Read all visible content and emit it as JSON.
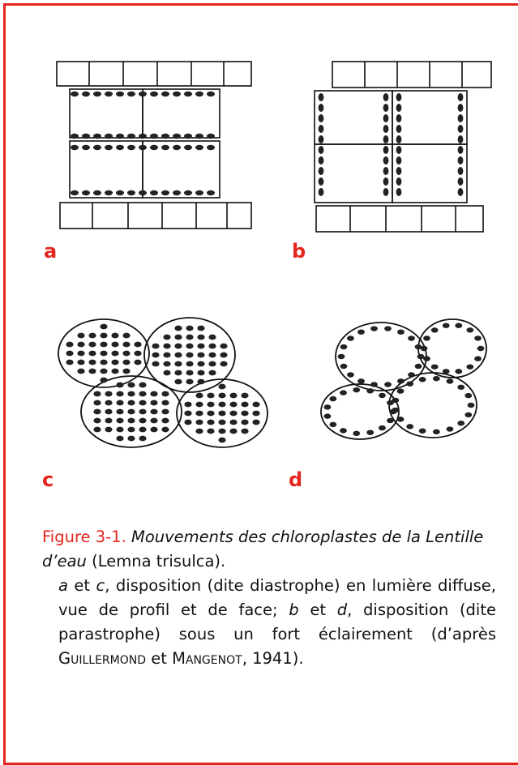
{
  "figure": {
    "panel_labels": [
      "a",
      "b",
      "c",
      "d"
    ],
    "caption": {
      "title": "Figure 3-1.",
      "title_italic": "Mouvements des chloroplastes de la Lentille d’eau",
      "species": "(Lemna trisulca).",
      "body_1_it": "a",
      "body_2": " et ",
      "body_3_it": "c",
      "body_4": ", disposition (dite diastrophe) en lumière diffuse, vue de profil et de face; ",
      "body_5_it": "b",
      "body_6": " et ",
      "body_7_it": "d",
      "body_8": ", disposition (dite parastrophe) sous un fort éclairement (d’après ",
      "author_1": "Guillermond",
      "body_9": " et ",
      "author_2": "Mangenot",
      "body_10": ", 1941)."
    }
  },
  "colors": {
    "accent": "#e3261e",
    "ink": "#111111"
  }
}
